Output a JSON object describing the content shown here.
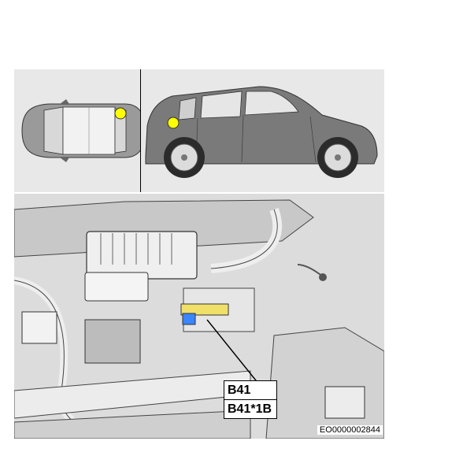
{
  "labels": {
    "component": "B41",
    "connector": "B41*1B"
  },
  "image_code": "EO0000002844",
  "icons": {
    "top_view": "car-top-view-icon",
    "side_view": "car-side-view-icon",
    "location_marker": "yellow-location-dot"
  },
  "colors": {
    "panel_bg": "#e8e8e8",
    "marker": "#ffff00",
    "car_body": "#7a7a7a",
    "connector": "#3a86ff"
  }
}
